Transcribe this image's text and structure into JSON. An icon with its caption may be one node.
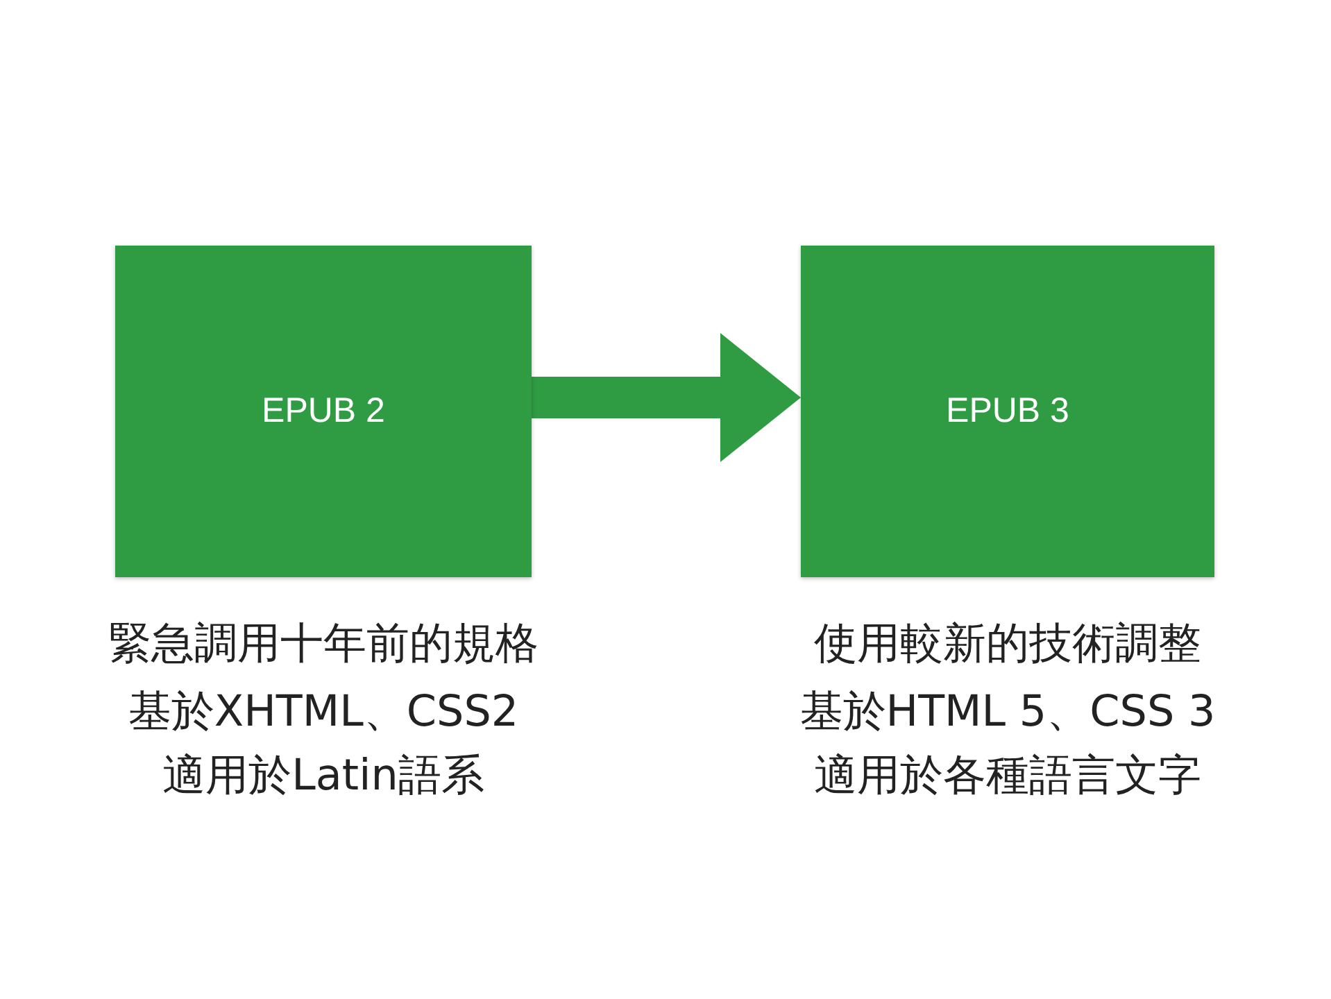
{
  "diagram": {
    "nodes": [
      {
        "text": [
          "EPUB 2"
        ],
        "beside": [
          "緊急調用十年前的規格",
          "基於XHTML、CSS2",
          "適用於Latin語系"
        ]
      },
      {
        "text": [
          "EPUB 3"
        ],
        "beside": [
          "使用較新的技術調整",
          "基於HTML 5、CSS 3",
          "適用於各種語言文字"
        ]
      }
    ],
    "edges": [
      {
        "from": 0,
        "to": 1,
        "arrow": "to",
        "color": "#2f9c44"
      }
    ]
  }
}
